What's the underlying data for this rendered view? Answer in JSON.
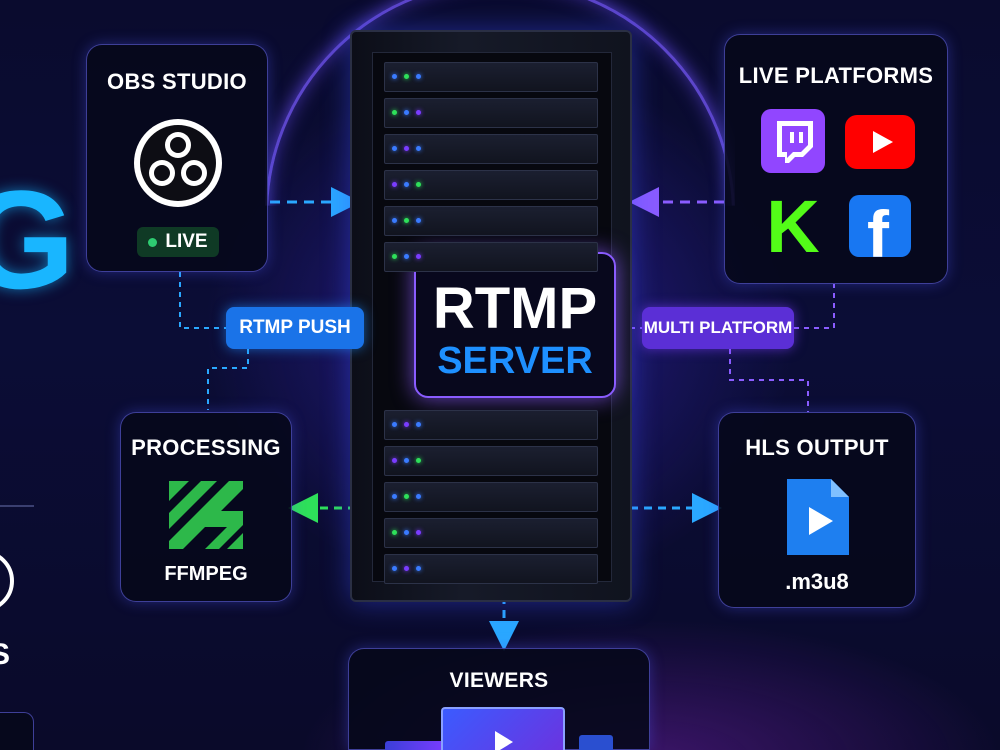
{
  "obs": {
    "title": "OBS STUDIO",
    "status": "LIVE"
  },
  "platforms": {
    "title": "LIVE PLATFORMS",
    "icons": [
      "twitch-icon",
      "youtube-icon",
      "kick-icon",
      "facebook-icon"
    ],
    "kick_glyph": "K",
    "facebook_glyph": "f"
  },
  "server": {
    "line1": "RTMP",
    "line2": "SERVER"
  },
  "push_label": "RTMP PUSH",
  "multi_label": "MULTI PLATFORM",
  "processing": {
    "title": "PROCESSING",
    "tool": "FFMPEG"
  },
  "hls": {
    "title": "HLS OUTPUT",
    "ext": ".m3u8"
  },
  "viewers": {
    "title": "VIEWERS"
  },
  "edge": {
    "letter": "G",
    "fragment": "S"
  },
  "colors": {
    "accent_blue": "#1e90ff",
    "accent_purple": "#7a3cff",
    "live_green": "#2ecc71",
    "ffmpeg_green": "#2db84a",
    "twitch": "#9146ff",
    "youtube": "#ff0000",
    "kick": "#53fc18",
    "facebook": "#1877f2"
  }
}
